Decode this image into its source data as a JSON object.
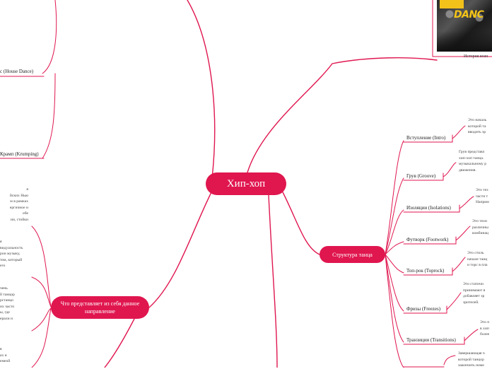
{
  "map": {
    "central": "Хип-хоп",
    "structure_title": "Структура танца",
    "what_title": "Что представляет из себя данное направление",
    "photo_word": "DANC",
    "photo_caption": "История возн",
    "left_nodes": {
      "house": "с (House Dance)",
      "krump": "Крамп (Krumping)"
    },
    "right_nodes": [
      {
        "label": "Вступление (Intro)",
        "desc": [
          "Это началь",
          "которой та",
          "вводить зр"
        ]
      },
      {
        "label": "Грув (Groove)",
        "desc": [
          "Грув представл",
          "хип-хоп танца.",
          "музыкальному р",
          "движения."
        ]
      },
      {
        "label": "Изоляции (Isolations)",
        "desc": [
          "Это тех",
          "части т",
          "Наприм"
        ]
      },
      {
        "label": "Футворк (Footwork)",
        "desc": [
          "Это техн",
          "различны",
          "комбинац"
        ]
      },
      {
        "label": "Топ-рок (Toprock)",
        "desc": [
          "Это стиль",
          "начале танц",
          "и торс в пла"
        ]
      },
      {
        "label": "Фризы (Freezes)",
        "desc": [
          "Это статичн",
          "принимают в",
          "добавляет зр",
          "зрителей."
        ]
      },
      {
        "label": "Транзиции (Transitions)",
        "desc": [
          "Это п",
          "в хип",
          "более"
        ]
      },
      {
        "label": "",
        "desc": [
          "Завершающая ч",
          "которой танцор",
          "закончить номе"
        ]
      }
    ],
    "left_text_blocks": [
      [
        "я",
        "йских Нью",
        "м в рамках",
        "ергичное и",
        "ебе",
        "ии, стойки"
      ],
      [
        "я",
        "видуальность",
        "рои музыку,",
        "том, который",
        "его"
      ],
      [
        "чень",
        "й танцор",
        "рстанцо",
        "их часто",
        "ы, где",
        "ерали и"
      ],
      [
        "в",
        "ах и",
        "емеой"
      ]
    ]
  },
  "colors": {
    "accent": "#e0164f"
  }
}
